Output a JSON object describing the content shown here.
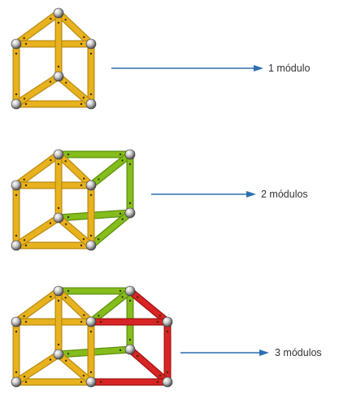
{
  "labels": [
    "1 módulo",
    "2 módulos",
    "3 módulos"
  ],
  "colors": {
    "yellow": "#e8b21e",
    "yellow_dark": "#b88a10",
    "green": "#84bd1c",
    "green_dark": "#5f8f0e",
    "red": "#d82424",
    "red_dark": "#9e1414",
    "arrow": "#2d6fb1"
  }
}
